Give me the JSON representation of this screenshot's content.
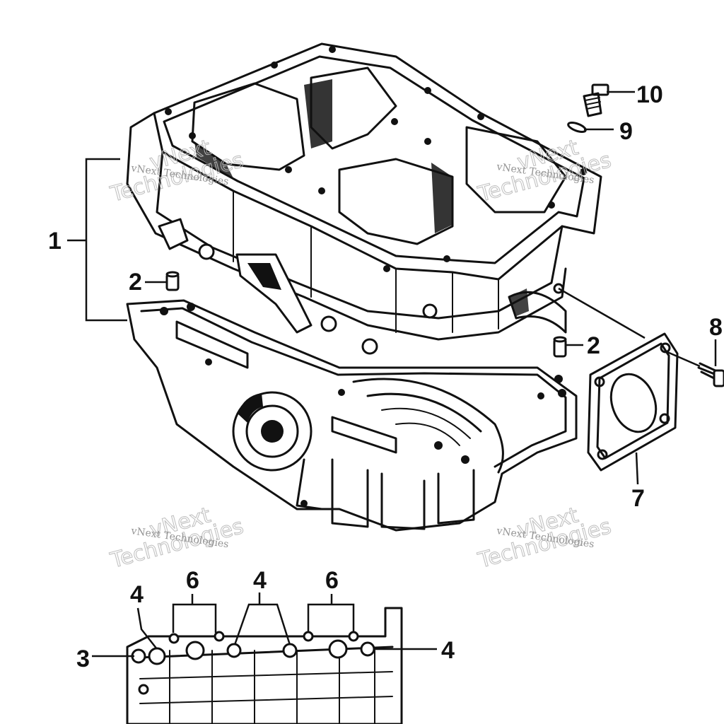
{
  "diagram": {
    "callouts": {
      "c1": "1",
      "c2a": "2",
      "c2b": "2",
      "c3": "3",
      "c4a": "4",
      "c4b": "4",
      "c4c": "4",
      "c6a": "6",
      "c6b": "6",
      "c7": "7",
      "c8": "8",
      "c9": "9",
      "c10": "10"
    },
    "watermark": {
      "small_text": "vNext Technologies",
      "big_line1": "vNext",
      "big_line2": "Technologies"
    }
  },
  "colors": {
    "ink": "#111111",
    "watermark": "#bcbcbc",
    "background": "#ffffff"
  }
}
